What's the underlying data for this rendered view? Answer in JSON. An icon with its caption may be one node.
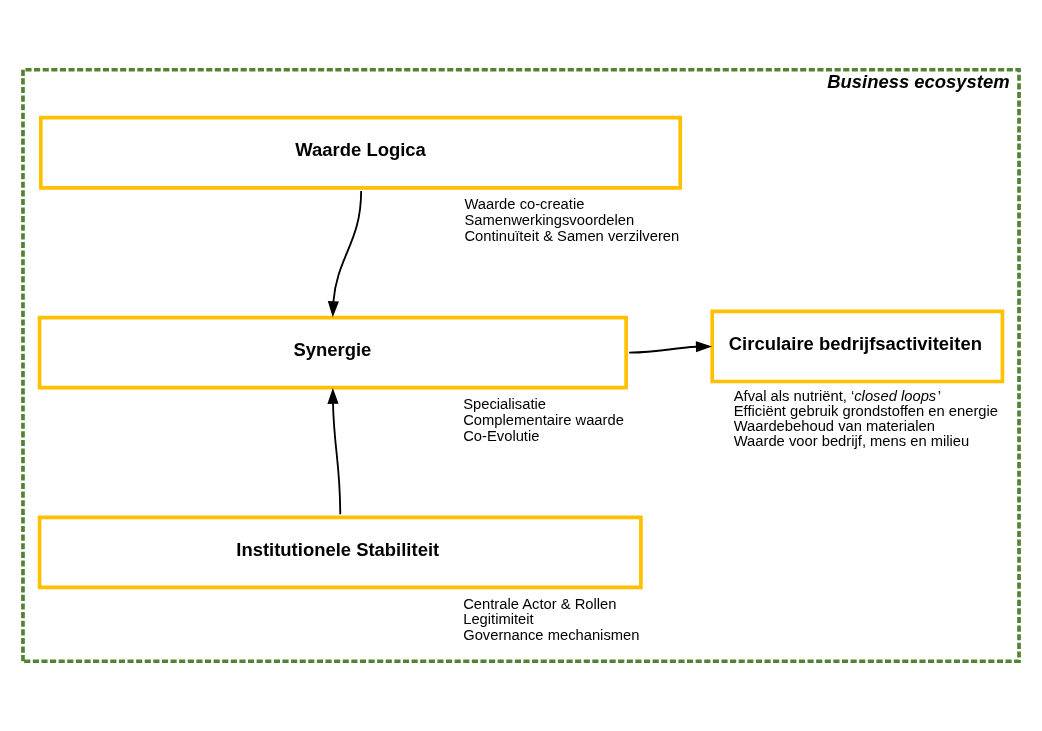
{
  "diagram": {
    "nodes": [
      {
        "text": [
          "Business ecosystem"
        ]
      },
      {
        "text": [
          "Waarde Logica"
        ],
        "in": 0,
        "beside": [
          "Waarde co-creatie",
          "Samenwerkingsvoordelen",
          "Continuïteit & Samen verzilveren"
        ]
      },
      {
        "text": [
          "Synergie"
        ],
        "in": 0,
        "beside": [
          "Specialisatie",
          "Complementaire waarde",
          "Co-Evolutie"
        ]
      },
      {
        "text": [
          "Circulaire bedrijfsactiviteiten"
        ],
        "in": 0,
        "beside": [
          "Afval als nutriënt, ‘*closed loops*’",
          "Efficiënt gebruik grondstoffen en energie",
          "Waardebehoud van materialen",
          "Waarde voor bedrijf, mens en milieu"
        ]
      },
      {
        "text": [
          "Institutionele Stabiliteit"
        ],
        "in": 0,
        "beside": [
          "Centrale Actor & Rollen",
          "Legitimiteit",
          "Governance mechanismen"
        ]
      }
    ],
    "edges": [
      {
        "from": 1,
        "to": 2,
        "arrow": "to"
      },
      {
        "from": 2,
        "to": 3,
        "arrow": "to"
      },
      {
        "from": 4,
        "to": 2,
        "arrow": "to"
      }
    ]
  }
}
